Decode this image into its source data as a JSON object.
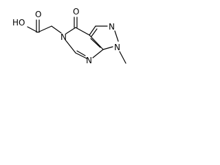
{
  "molecule": {
    "atoms": {
      "hydroxyl": "HO",
      "carbonyl_oxygen": "O",
      "ketone_oxygen": "O",
      "ring_nitrogen_5": "N",
      "pyrazole_nitrogen_2": "N",
      "pyrazole_nitrogen_1": "N",
      "pyrimidine_nitrogen_7": "N"
    },
    "colors": {
      "bond": "#000000",
      "label": "#000000",
      "background": "#ffffff"
    }
  }
}
